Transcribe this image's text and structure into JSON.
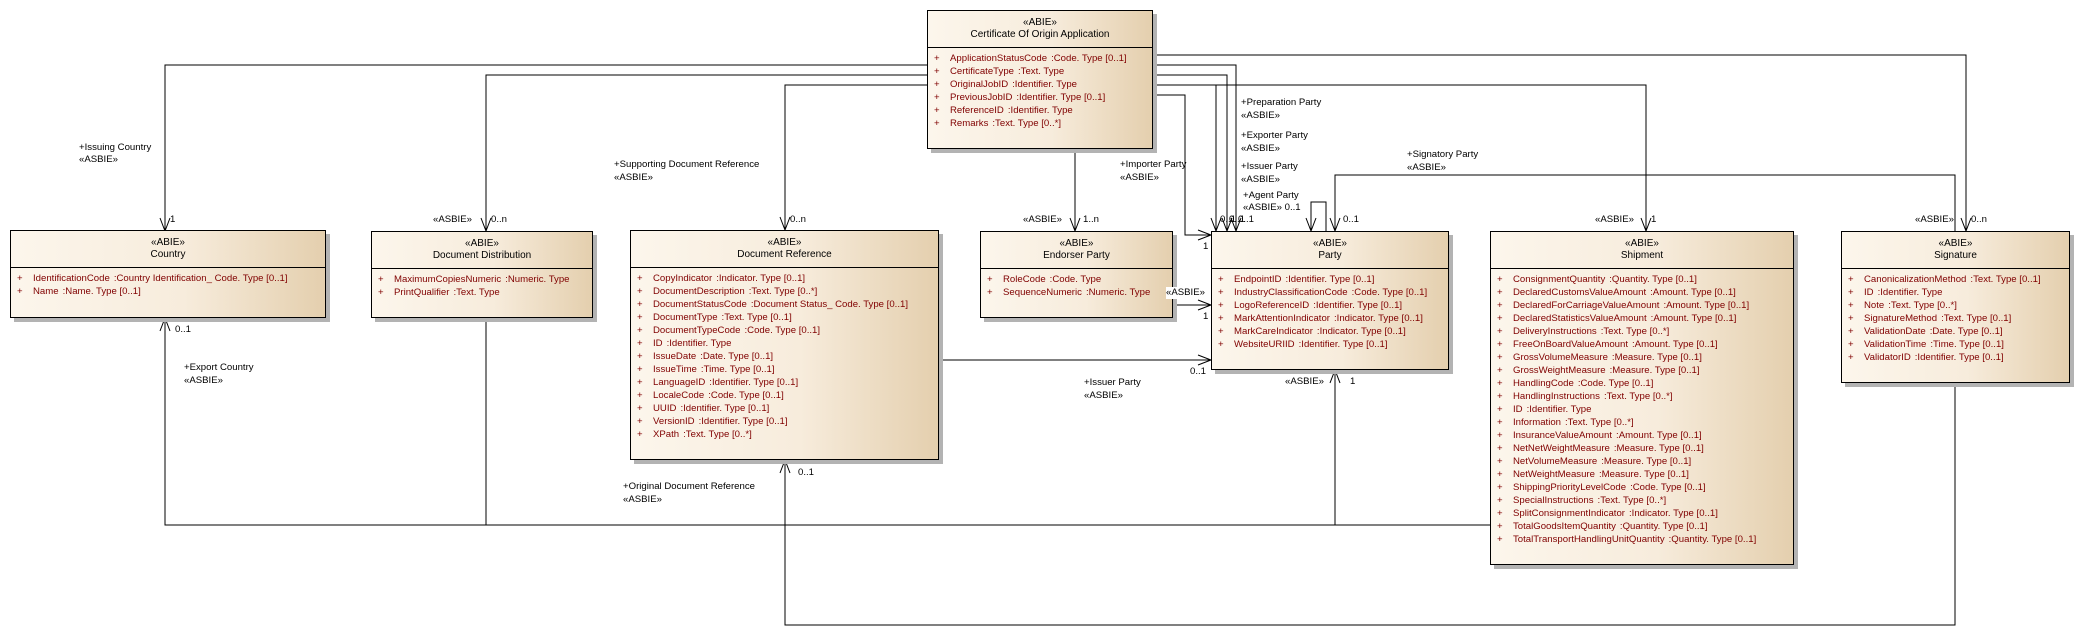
{
  "diagram": {
    "boxes": [
      {
        "stereotype": "«ABIE»",
        "name": "Certificate Of Origin Application",
        "attributes": [
          {
            "visibility": "+",
            "name": "ApplicationStatusCode",
            "type": ":Code. Type [0..1]"
          },
          {
            "visibility": "+",
            "name": "CertificateType",
            "type": ":Text. Type"
          },
          {
            "visibility": "+",
            "name": "OriginalJobID",
            "type": ":Identifier. Type"
          },
          {
            "visibility": "+",
            "name": "PreviousJobID",
            "type": ":Identifier. Type [0..1]"
          },
          {
            "visibility": "+",
            "name": "ReferenceID",
            "type": ":Identifier. Type"
          },
          {
            "visibility": "+",
            "name": "Remarks",
            "type": ":Text. Type [0..*]"
          }
        ]
      },
      {
        "stereotype": "«ABIE»",
        "name": "Country",
        "attributes": [
          {
            "visibility": "+",
            "name": "IdentificationCode",
            "type": ":Country Identification_ Code. Type [0..1]"
          },
          {
            "visibility": "+",
            "name": "Name",
            "type": ":Name. Type [0..1]"
          }
        ]
      },
      {
        "stereotype": "«ABIE»",
        "name": "Document Distribution",
        "attributes": [
          {
            "visibility": "+",
            "name": "MaximumCopiesNumeric",
            "type": ":Numeric. Type"
          },
          {
            "visibility": "+",
            "name": "PrintQualifier",
            "type": ":Text. Type"
          }
        ]
      },
      {
        "stereotype": "«ABIE»",
        "name": "Document Reference",
        "attributes": [
          {
            "visibility": "+",
            "name": "CopyIndicator",
            "type": ":Indicator. Type [0..1]"
          },
          {
            "visibility": "+",
            "name": "DocumentDescription",
            "type": ":Text. Type [0..*]"
          },
          {
            "visibility": "+",
            "name": "DocumentStatusCode",
            "type": ":Document Status_ Code. Type [0..1]"
          },
          {
            "visibility": "+",
            "name": "DocumentType",
            "type": ":Text. Type [0..1]"
          },
          {
            "visibility": "+",
            "name": "DocumentTypeCode",
            "type": ":Code. Type [0..1]"
          },
          {
            "visibility": "+",
            "name": "ID",
            "type": ":Identifier. Type"
          },
          {
            "visibility": "+",
            "name": "IssueDate",
            "type": ":Date. Type [0..1]"
          },
          {
            "visibility": "+",
            "name": "IssueTime",
            "type": ":Time. Type [0..1]"
          },
          {
            "visibility": "+",
            "name": "LanguageID",
            "type": ":Identifier. Type [0..1]"
          },
          {
            "visibility": "+",
            "name": "LocaleCode",
            "type": ":Code. Type [0..1]"
          },
          {
            "visibility": "+",
            "name": "UUID",
            "type": ":Identifier. Type [0..1]"
          },
          {
            "visibility": "+",
            "name": "VersionID",
            "type": ":Identifier. Type [0..1]"
          },
          {
            "visibility": "+",
            "name": "XPath",
            "type": ":Text. Type [0..*]"
          }
        ]
      },
      {
        "stereotype": "«ABIE»",
        "name": "Endorser Party",
        "attributes": [
          {
            "visibility": "+",
            "name": "RoleCode",
            "type": ":Code. Type"
          },
          {
            "visibility": "+",
            "name": "SequenceNumeric",
            "type": ":Numeric. Type"
          }
        ]
      },
      {
        "stereotype": "«ABIE»",
        "name": "Party",
        "attributes": [
          {
            "visibility": "+",
            "name": "EndpointID",
            "type": ":Identifier. Type [0..1]"
          },
          {
            "visibility": "+",
            "name": "IndustryClassificationCode",
            "type": ":Code. Type [0..1]"
          },
          {
            "visibility": "+",
            "name": "LogoReferenceID",
            "type": ":Identifier. Type [0..1]"
          },
          {
            "visibility": "+",
            "name": "MarkAttentionIndicator",
            "type": ":Indicator. Type [0..1]"
          },
          {
            "visibility": "+",
            "name": "MarkCareIndicator",
            "type": ":Indicator. Type [0..1]"
          },
          {
            "visibility": "+",
            "name": "WebsiteURIID",
            "type": ":Identifier. Type [0..1]"
          }
        ]
      },
      {
        "stereotype": "«ABIE»",
        "name": "Shipment",
        "attributes": [
          {
            "visibility": "+",
            "name": "ConsignmentQuantity",
            "type": ":Quantity. Type [0..1]"
          },
          {
            "visibility": "+",
            "name": "DeclaredCustomsValueAmount",
            "type": ":Amount. Type [0..1]"
          },
          {
            "visibility": "+",
            "name": "DeclaredForCarriageValueAmount",
            "type": ":Amount. Type [0..1]"
          },
          {
            "visibility": "+",
            "name": "DeclaredStatisticsValueAmount",
            "type": ":Amount. Type [0..1]"
          },
          {
            "visibility": "+",
            "name": "DeliveryInstructions",
            "type": ":Text. Type [0..*]"
          },
          {
            "visibility": "+",
            "name": "FreeOnBoardValueAmount",
            "type": ":Amount. Type [0..1]"
          },
          {
            "visibility": "+",
            "name": "GrossVolumeMeasure",
            "type": ":Measure. Type [0..1]"
          },
          {
            "visibility": "+",
            "name": "GrossWeightMeasure",
            "type": ":Measure. Type [0..1]"
          },
          {
            "visibility": "+",
            "name": "HandlingCode",
            "type": ":Code. Type [0..1]"
          },
          {
            "visibility": "+",
            "name": "HandlingInstructions",
            "type": ":Text. Type [0..*]"
          },
          {
            "visibility": "+",
            "name": "ID",
            "type": ":Identifier. Type"
          },
          {
            "visibility": "+",
            "name": "Information",
            "type": ":Text. Type [0..*]"
          },
          {
            "visibility": "+",
            "name": "InsuranceValueAmount",
            "type": ":Amount. Type [0..1]"
          },
          {
            "visibility": "+",
            "name": "NetNetWeightMeasure",
            "type": ":Measure. Type [0..1]"
          },
          {
            "visibility": "+",
            "name": "NetVolumeMeasure",
            "type": ":Measure. Type [0..1]"
          },
          {
            "visibility": "+",
            "name": "NetWeightMeasure",
            "type": ":Measure. Type [0..1]"
          },
          {
            "visibility": "+",
            "name": "ShippingPriorityLevelCode",
            "type": ":Code. Type [0..1]"
          },
          {
            "visibility": "+",
            "name": "SpecialInstructions",
            "type": ":Text. Type [0..*]"
          },
          {
            "visibility": "+",
            "name": "SplitConsignmentIndicator",
            "type": ":Indicator. Type [0..1]"
          },
          {
            "visibility": "+",
            "name": "TotalGoodsItemQuantity",
            "type": ":Quantity. Type [0..1]"
          },
          {
            "visibility": "+",
            "name": "TotalTransportHandlingUnitQuantity",
            "type": ":Quantity. Type [0..1]"
          }
        ]
      },
      {
        "stereotype": "«ABIE»",
        "name": "Signature",
        "attributes": [
          {
            "visibility": "+",
            "name": "CanonicalizationMethod",
            "type": ":Text. Type [0..1]"
          },
          {
            "visibility": "+",
            "name": "ID",
            "type": ":Identifier. Type"
          },
          {
            "visibility": "+",
            "name": "Note",
            "type": ":Text. Type [0..*]"
          },
          {
            "visibility": "+",
            "name": "SignatureMethod",
            "type": ":Text. Type [0..1]"
          },
          {
            "visibility": "+",
            "name": "ValidationDate",
            "type": ":Date. Type [0..1]"
          },
          {
            "visibility": "+",
            "name": "ValidationTime",
            "type": ":Time. Type [0..1]"
          },
          {
            "visibility": "+",
            "name": "ValidatorID",
            "type": ":Identifier. Type [0..1]"
          }
        ]
      }
    ],
    "associations": {
      "issuing_country": {
        "role": "+Issuing Country",
        "stereotype": "«ASBIE»",
        "multiplicity": "1"
      },
      "document_distribution": {
        "stereotype": "«ASBIE»",
        "multiplicity": "0..n"
      },
      "supporting_document_reference": {
        "role": "+Supporting Document Reference",
        "stereotype": "«ASBIE»",
        "multiplicity": "0..n"
      },
      "endorser_party": {
        "stereotype": "«ASBIE»",
        "multiplicity": "1..n"
      },
      "importer_party": {
        "role": "+Importer Party",
        "stereotype": "«ASBIE»",
        "multiplicity": "1"
      },
      "preparation_party": {
        "role": "+Preparation Party",
        "stereotype": "«ASBIE»",
        "multiplicity": "0..1"
      },
      "exporter_party": {
        "role": "+Exporter Party",
        "stereotype": "«ASBIE»",
        "multiplicity": "0..1"
      },
      "issuer_party": {
        "role": "+Issuer Party",
        "stereotype": "«ASBIE»",
        "multiplicity": "0..1"
      },
      "agent_party": {
        "role": "+Agent Party",
        "stereotype": "«ASBIE»",
        "multiplicity": "0..1"
      },
      "signatory_party": {
        "role": "+Signatory Party",
        "stereotype": "«ASBIE»",
        "multiplicity": "0..1"
      },
      "shipment": {
        "stereotype": "«ASBIE»",
        "multiplicity": "1"
      },
      "signature": {
        "stereotype": "«ASBIE»",
        "multiplicity": "0..n"
      },
      "endorser_to_party": {
        "stereotype": "«ASBIE»",
        "multiplicity": "1"
      },
      "document_reference_issuer_party": {
        "role": "+Issuer Party",
        "stereotype": "«ASBIE»",
        "multiplicity": "0..1"
      },
      "export_country": {
        "role": "+Export Country",
        "stereotype": "«ASBIE»",
        "multiplicity": "0..1"
      },
      "shipment_to_party": {
        "stereotype": "«ASBIE»",
        "multiplicity": "1"
      },
      "original_document_reference": {
        "role": "+Original Document Reference",
        "stereotype": "«ASBIE»",
        "multiplicity": "0..1"
      }
    }
  }
}
